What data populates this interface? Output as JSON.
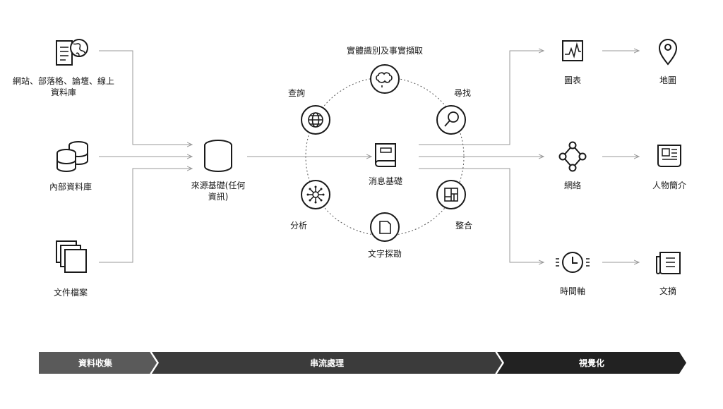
{
  "sources": {
    "web": "網站、部落格、論壇、線上資料庫",
    "internal_db": "內部資料庫",
    "files": "文件檔案"
  },
  "source_base": "來源基礎(任何資訊)",
  "processing": {
    "extract": "實體識別及事實擷取",
    "query": "查詢",
    "search": "尋找",
    "center": "消息基礎",
    "analyze": "分析",
    "integrate": "整合",
    "textmining": "文字探勘"
  },
  "outputs": {
    "chart": "圖表",
    "map": "地圖",
    "network": "網絡",
    "profile": "人物簡介",
    "timeline": "時間軸",
    "digest": "文摘"
  },
  "stages": {
    "collect": "資料收集",
    "stream": "串流處理",
    "visualize": "視覺化"
  },
  "colors": {
    "collect": "#5a5a5a",
    "stream": "#3b3b3b",
    "visualize": "#222222",
    "line": "#999999",
    "ink": "#1a1a1a"
  }
}
